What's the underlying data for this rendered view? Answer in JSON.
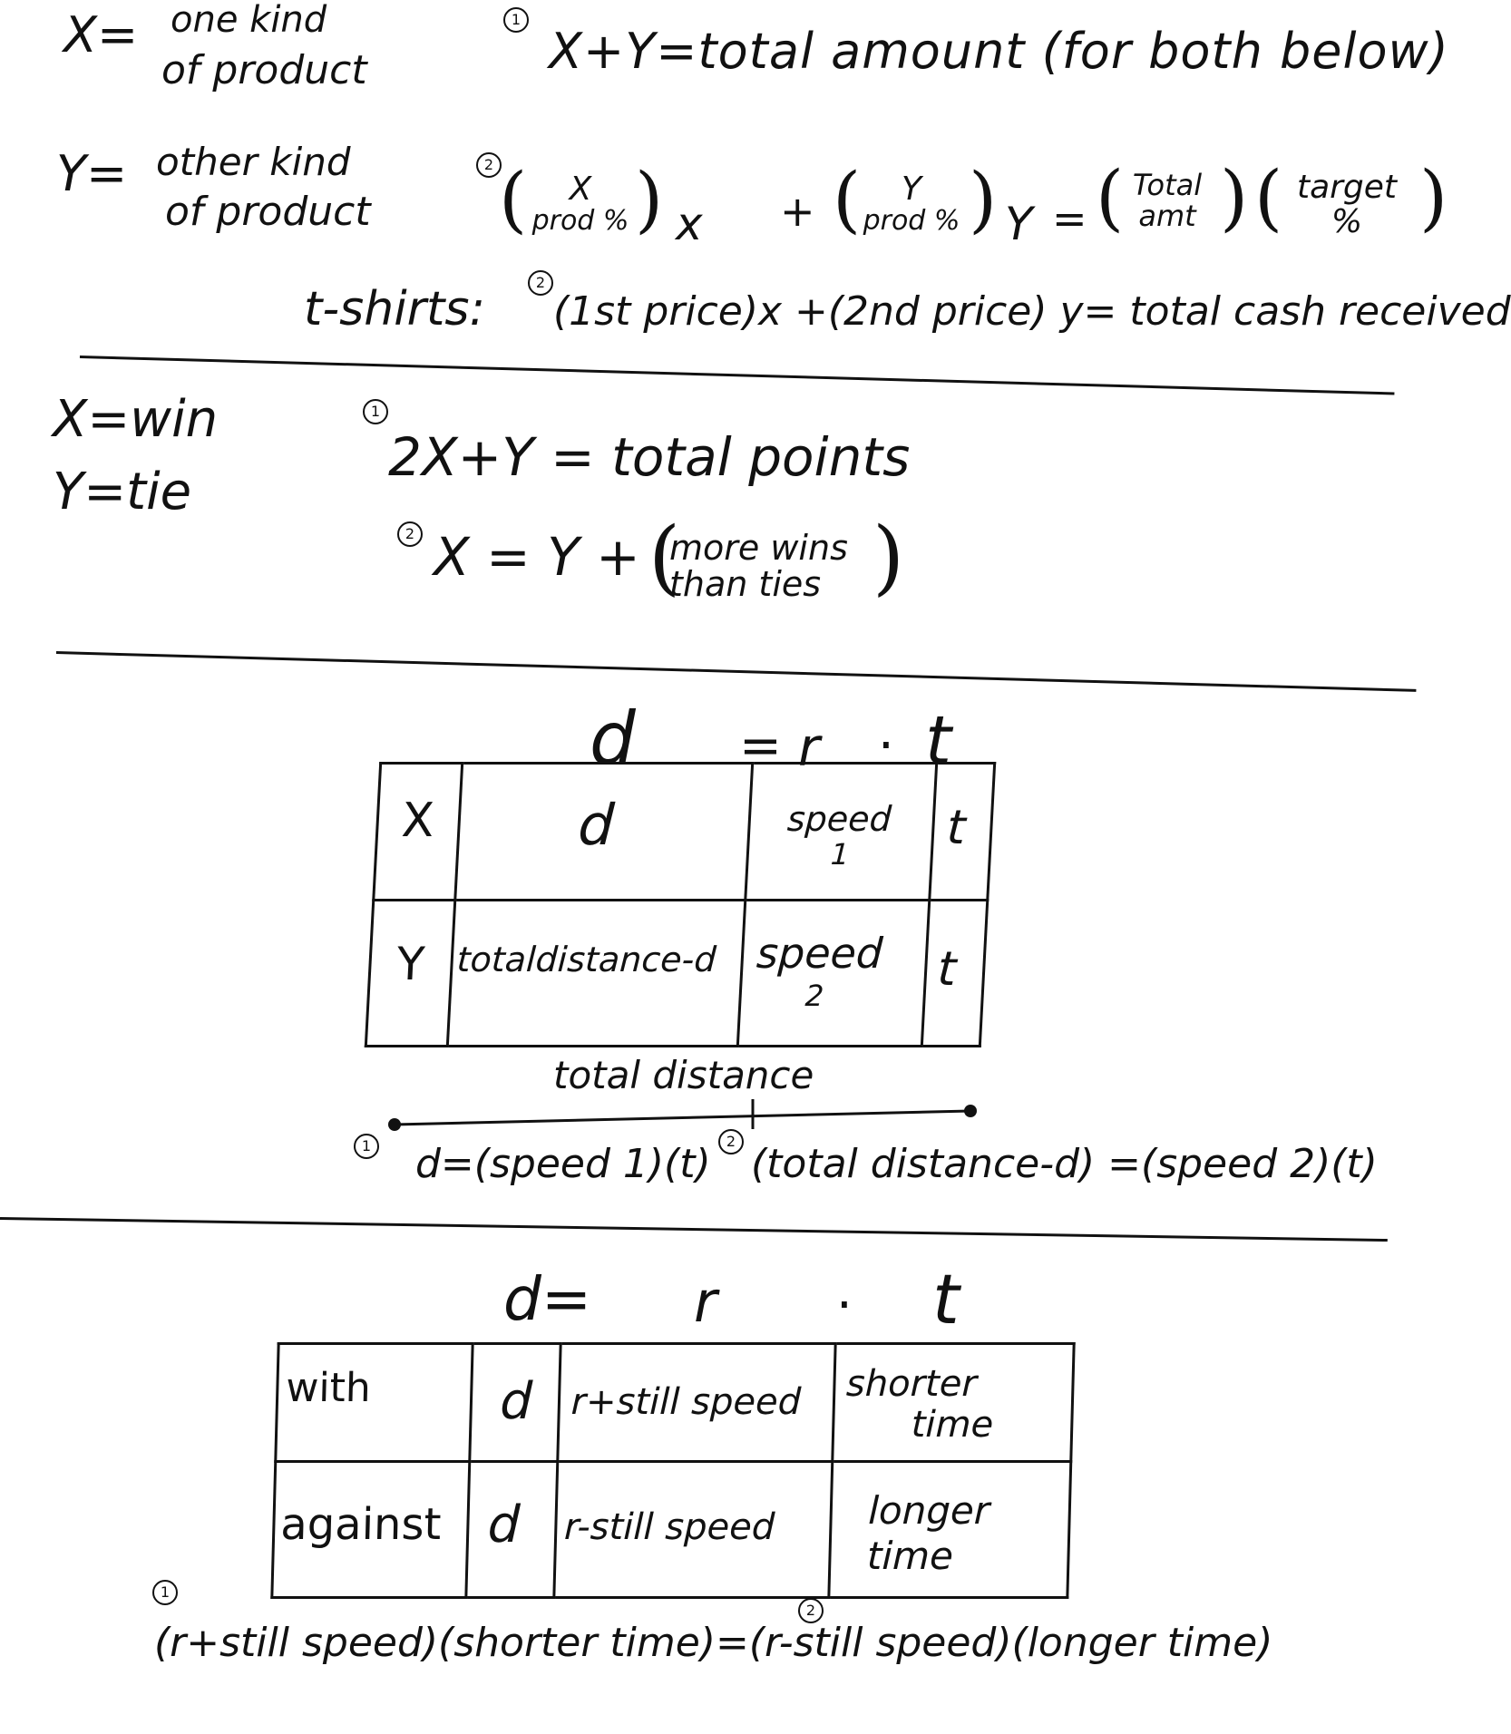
{
  "section1": {
    "x_var": "X=",
    "x_def_1": "one kind",
    "x_def_2": "of product",
    "y_var": "Y=",
    "y_def_1": "other kind",
    "y_def_2": "of product",
    "eq1_num": "1",
    "eq1": "X+Y=total amount (for both below)",
    "eq2_num": "2",
    "eq2_x_top": "X",
    "eq2_x_bot": "prod %",
    "eq2_x_var": "x",
    "eq2_plus": "+",
    "eq2_y_top": "Y",
    "eq2_y_bot": "prod %",
    "eq2_y_var": "Y",
    "eq2_eq": "=",
    "eq2_total_top": "Total",
    "eq2_total_bot": "amt",
    "eq2_target_top": "target",
    "eq2_target_bot": "%",
    "tshirts_label": "t-shirts:",
    "tshirts_num": "2",
    "tshirts_eq": "(1st price)x +(2nd price) y= total cash received"
  },
  "section2": {
    "x_def": "X=win",
    "y_def": "Y=tie",
    "eq1_num": "1",
    "eq1": "2X+Y = total points",
    "eq2_num": "2",
    "eq2_lhs": "X = Y +",
    "eq2_frac_top": "more wins",
    "eq2_frac_bot": "than ties"
  },
  "section3": {
    "header_d": "d",
    "header_eq": "=",
    "header_r": "r",
    "header_dot": "·",
    "header_t": "t",
    "table": {
      "rows": [
        {
          "label": "X",
          "distance": "d",
          "speed": "speed",
          "speed_num": "1",
          "time": "t"
        },
        {
          "label": "Y",
          "distance": "totaldistance-d",
          "speed": "speed",
          "speed_num": "2",
          "time": "t"
        }
      ]
    },
    "total_distance": "total distance",
    "eq1_num": "1",
    "eq1": "d=(speed 1)(t)",
    "eq2_num": "2",
    "eq2": "(total distance-d) =(speed 2)(t)"
  },
  "section4": {
    "header_d": "d=",
    "header_r": "r",
    "header_dot": "·",
    "header_t": "t",
    "table": {
      "rows": [
        {
          "label": "with",
          "distance": "d",
          "rate": "r+still speed",
          "time_1": "shorter",
          "time_2": "time"
        },
        {
          "label": "against",
          "distance": "d",
          "rate": "r-still speed",
          "time_1": "longer",
          "time_2": "time"
        }
      ]
    },
    "eq1_num": "1",
    "eq2_num": "2",
    "eq": "(r+still speed)(shorter time)=(r-still speed)(longer time)"
  }
}
